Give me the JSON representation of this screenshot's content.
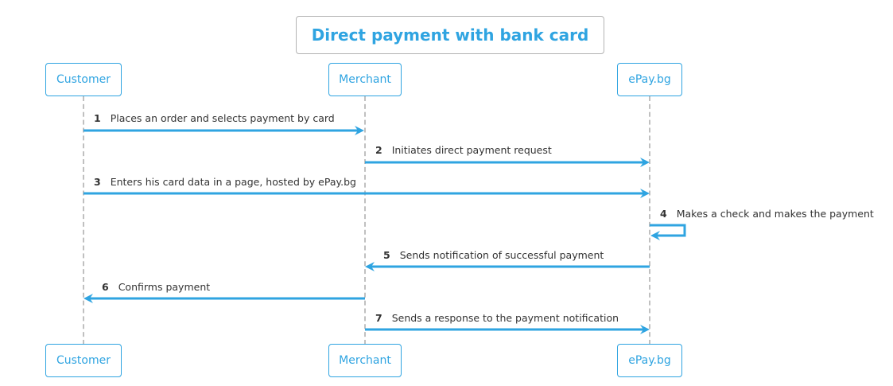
{
  "title": "Direct payment with bank card",
  "colors": {
    "accent": "#2fa4e1",
    "lifeline": "#c0c0c0",
    "text": "#333333",
    "title_border": "#b3b3b3"
  },
  "participants": [
    {
      "id": "customer",
      "label": "Customer"
    },
    {
      "id": "merchant",
      "label": "Merchant"
    },
    {
      "id": "epay",
      "label": "ePay.bg"
    }
  ],
  "messages": [
    {
      "num": "1",
      "from": "Customer",
      "to": "Merchant",
      "text": "Places an order and selects payment by card"
    },
    {
      "num": "2",
      "from": "Merchant",
      "to": "ePay.bg",
      "text": "Initiates direct payment request"
    },
    {
      "num": "3",
      "from": "Customer",
      "to": "ePay.bg",
      "text": "Enters his card data in a page, hosted by ePay.bg"
    },
    {
      "num": "4",
      "from": "ePay.bg",
      "to": "ePay.bg",
      "text": "Makes a check and makes the payment"
    },
    {
      "num": "5",
      "from": "ePay.bg",
      "to": "Merchant",
      "text": "Sends notification of successful payment"
    },
    {
      "num": "6",
      "from": "Merchant",
      "to": "Customer",
      "text": "Confirms payment"
    },
    {
      "num": "7",
      "from": "Merchant",
      "to": "ePay.bg",
      "text": "Sends a response to the payment notification"
    }
  ]
}
